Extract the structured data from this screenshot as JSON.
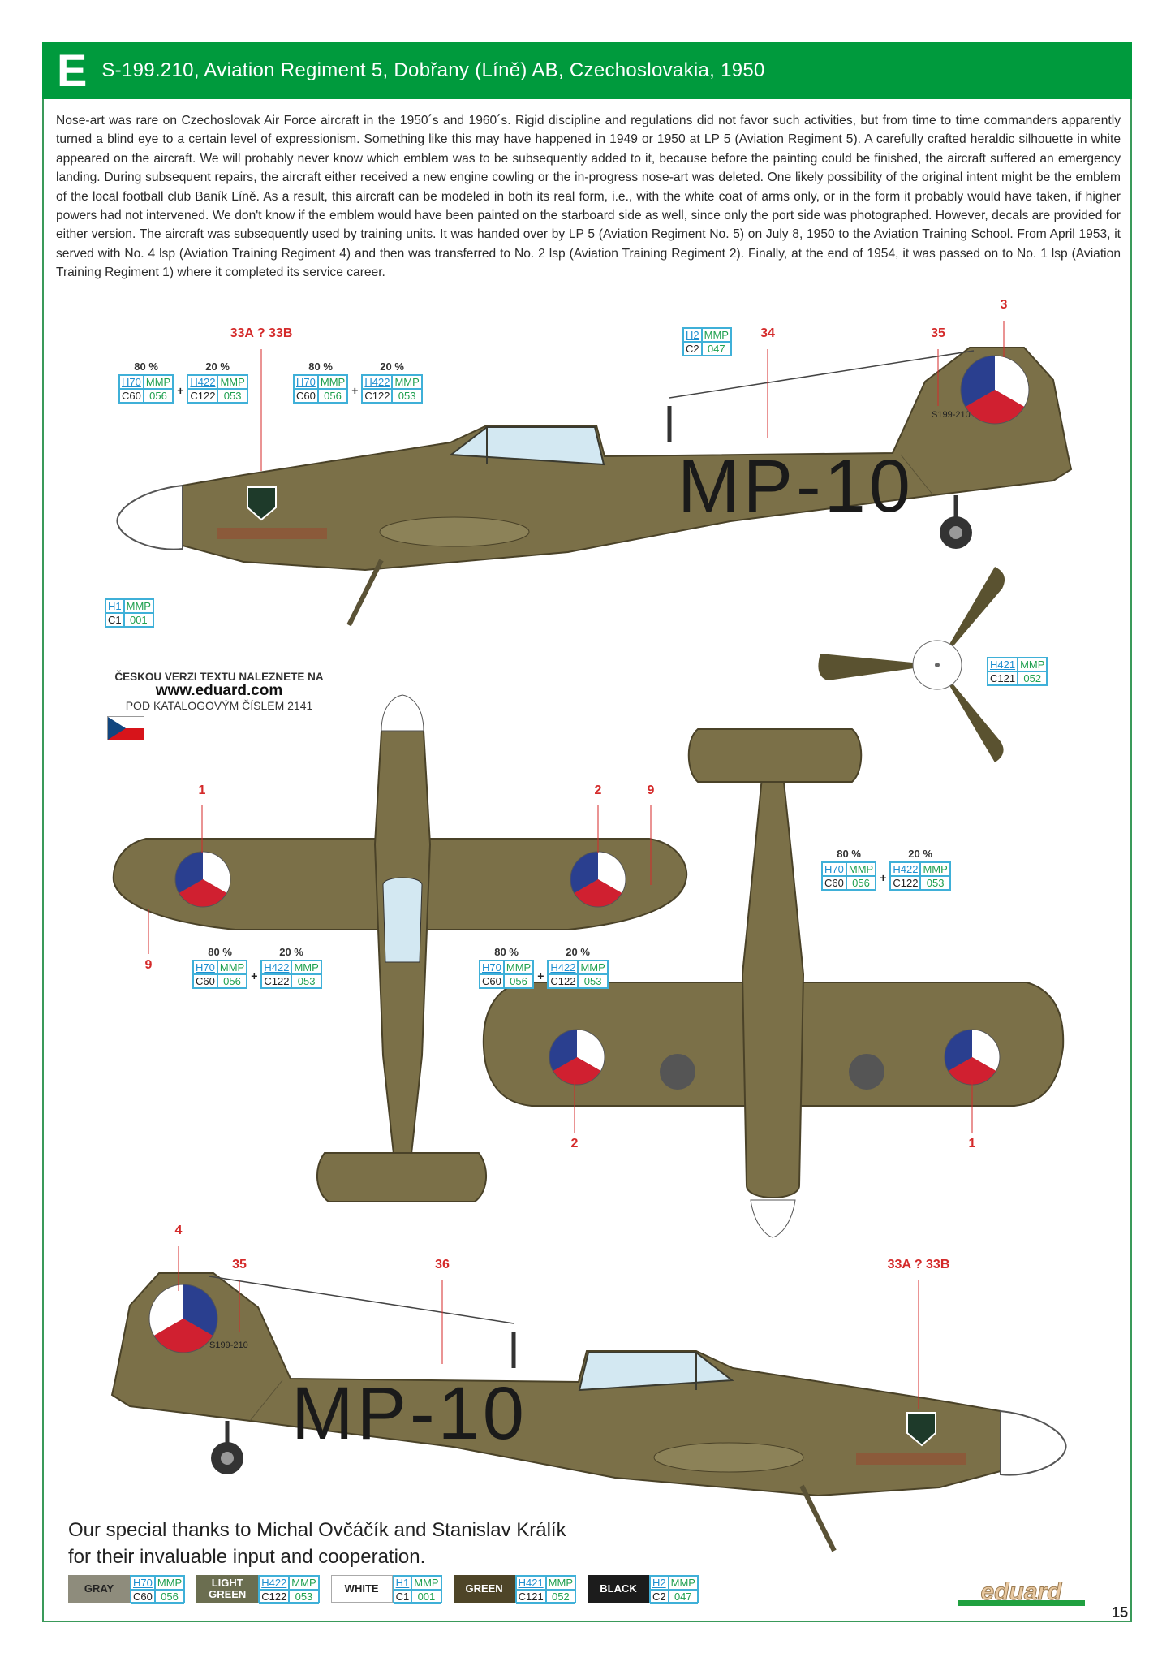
{
  "header": {
    "letter": "E",
    "title": "S-199.210, Aviation Regiment 5, Dobřany (Líně) AB, Czechoslovakia, 1950"
  },
  "intro": "Nose-art was rare on Czechoslovak Air Force aircraft in the 1950´s and 1960´s. Rigid discipline and regulations did not favor such activities, but from time to time commanders apparently turned a blind eye to a certain level of expressionism. Something like this may have happened in 1949 or 1950 at  LP 5 (Aviation Regiment 5). A carefully crafted heraldic silhouette in white appeared on the aircraft. We will probably never know which emblem was to be subsequently added to it, because before the painting could be finished, the aircraft suffered an emergency landing. During subsequent repairs, the aircraft either received a new engine cowling or the in-progress nose-art was deleted. One likely possibility of the original intent might be the emblem of the local football club Baník Líně. As a result, this aircraft can be modeled in both its real form, i.e., with the white coat of arms only, or in the form it probably would have taken, if higher powers had not intervened. We don't know if the emblem would have been painted on the starboard side as well, since only the port side was photographed. However, decals are provided for either version. The aircraft was subsequently used by training units. It was handed over by LP 5 (Aviation Regiment No. 5) on July 8, 1950 to the Aviation Training School. From April 1953, it served with No. 4 lsp (Aviation Training Regiment 4) and then was transferred to No. 2 lsp (Aviation Training Regiment 2). Finally, at the end of 1954, it was passed on to No. 1 lsp (Aviation Training Regiment 1) where it completed its service career.",
  "paints": {
    "gray": {
      "h": "H70",
      "m": "MMP",
      "c": "C60",
      "n": "056",
      "name": "GRAY",
      "color": "#8e8c7c"
    },
    "light_green": {
      "h": "H422",
      "m": "MMP",
      "c": "C122",
      "n": "053",
      "name": "LIGHT GREEN",
      "color": "#6b6e50"
    },
    "white": {
      "h": "H1",
      "m": "MMP",
      "c": "C1",
      "n": "001",
      "name": "WHITE",
      "color": "#ffffff"
    },
    "green": {
      "h": "H421",
      "m": "MMP",
      "c": "C121",
      "n": "052",
      "name": "GREEN",
      "color": "#4e4528"
    },
    "black": {
      "h": "H2",
      "m": "MMP",
      "c": "C2",
      "n": "047",
      "name": "BLACK",
      "color": "#1c1c1c"
    }
  },
  "mix": {
    "p1": "80 %",
    "p2": "20 %",
    "plus": "+"
  },
  "labels": {
    "l33": "33A ? 33B",
    "l34": "34",
    "l35": "35",
    "l36": "36",
    "l3": "3",
    "l1": "1",
    "l2": "2",
    "l9": "9",
    "l4": "4"
  },
  "aircraft": {
    "code": "MP-10",
    "serial": "S199-210"
  },
  "czech_note": {
    "line1": "ČESKOU VERZI TEXTU NALEZNETE NA",
    "line2": "www.eduard.com",
    "line3": "POD KATALOGOVÝM ČÍSLEM 2141"
  },
  "thanks": {
    "line1": "Our special thanks to Michal Ovčáčík and Stanislav Králík",
    "line2": "for their invaluable input and cooperation."
  },
  "logo": "eduard",
  "page_number": "15",
  "colors": {
    "header": "#009a3d",
    "olive": "#7b7048",
    "canopy": "#d3e8f2",
    "roundel_blue": "#2a3f8f",
    "roundel_red": "#d02030"
  }
}
